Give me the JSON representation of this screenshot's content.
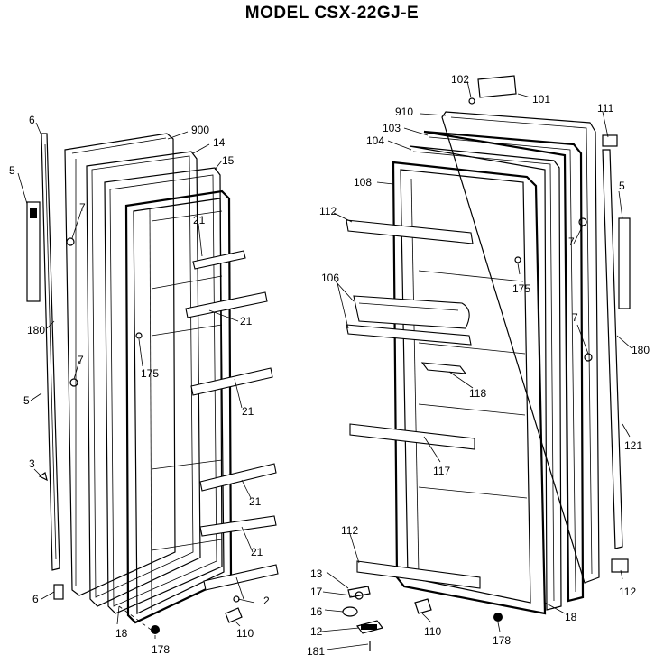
{
  "title": "MODEL CSX-22GJ-E",
  "callouts": {
    "l6a": "6",
    "l5a": "5",
    "l7a": "7",
    "l180a": "180",
    "l7b": "7",
    "l5b": "5",
    "l3": "3",
    "l6b": "6",
    "l900": "900",
    "l14": "14",
    "l15": "15",
    "l21a": "21",
    "l21b": "21",
    "l21c": "21",
    "l21d": "21",
    "l21e": "21",
    "l175a": "175",
    "l18a": "18",
    "l178a": "178",
    "l110a": "110",
    "l2": "2",
    "l102": "102",
    "l101": "101",
    "l910": "910",
    "l103": "103",
    "l104": "104",
    "l108": "108",
    "l112a": "112",
    "l106": "106",
    "l175b": "175",
    "l118": "118",
    "l117": "117",
    "l112b": "112",
    "l13": "13",
    "l17": "17",
    "l16": "16",
    "l12": "12",
    "l181": "181",
    "l110b": "110",
    "l178b": "178",
    "l18b": "18",
    "l111": "111",
    "l7c": "7",
    "l5c": "5",
    "l7d": "7",
    "l180b": "180",
    "l121": "121",
    "l112c": "112"
  }
}
